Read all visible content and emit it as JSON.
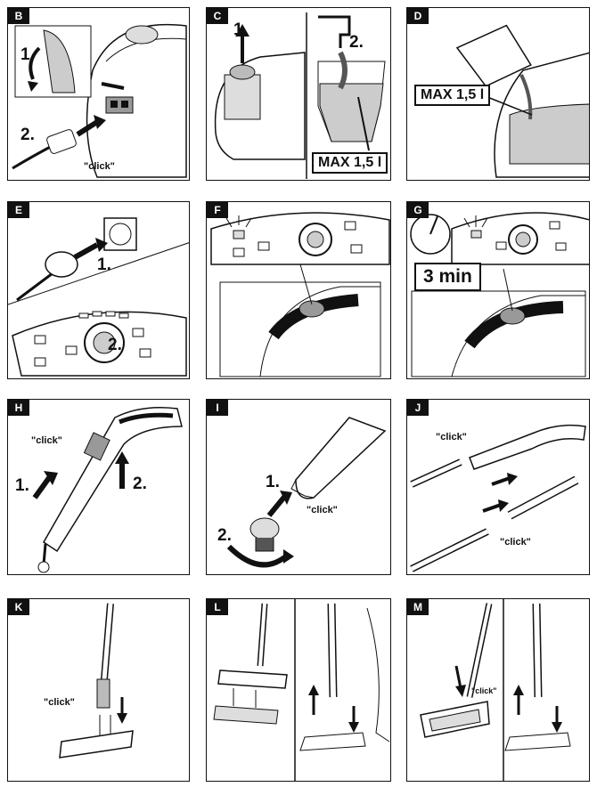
{
  "panels": [
    {
      "letter": "B",
      "texts": {
        "s1": "1.",
        "s2": "2.",
        "click": "\"click\""
      }
    },
    {
      "letter": "C",
      "texts": {
        "s1": "1.",
        "s2": "2.",
        "max": "MAX 1,5 l"
      }
    },
    {
      "letter": "D",
      "texts": {
        "max": "MAX 1,5 l"
      }
    },
    {
      "letter": "E",
      "texts": {
        "s1": "1.",
        "s2": "2."
      }
    },
    {
      "letter": "F",
      "texts": {}
    },
    {
      "letter": "G",
      "texts": {
        "time": "3 min"
      }
    },
    {
      "letter": "H",
      "texts": {
        "s1": "1.",
        "s2": "2.",
        "click": "\"click\""
      }
    },
    {
      "letter": "I",
      "texts": {
        "s1": "1.",
        "s2": "2.",
        "click": "\"click\""
      }
    },
    {
      "letter": "J",
      "texts": {
        "click1": "\"click\"",
        "click2": "\"click\""
      }
    },
    {
      "letter": "K",
      "texts": {
        "click": "\"click\""
      }
    },
    {
      "letter": "L",
      "texts": {}
    },
    {
      "letter": "M",
      "texts": {
        "click": "\"click\""
      }
    }
  ],
  "colors": {
    "line": "#111111",
    "grey": "#c8c8c8",
    "dark": "#555555"
  }
}
